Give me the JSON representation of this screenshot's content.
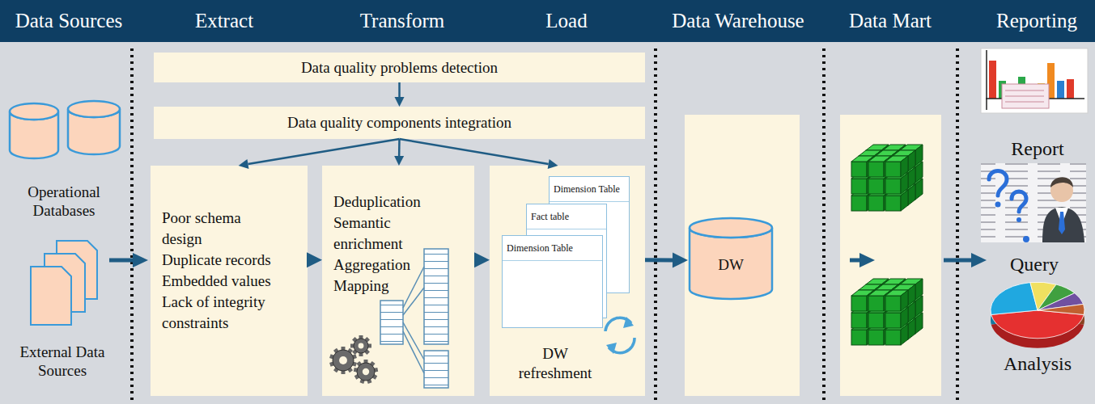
{
  "diagram": {
    "nodes": [
      {
        "text": [
          "Data quality problems detection"
        ]
      },
      {
        "text": [
          "Data quality components integration"
        ]
      },
      {
        "text": [
          "Poor schema design",
          "Duplicate records",
          "Embedded values",
          "Lack of integrity constraints"
        ]
      },
      {
        "text": [
          "Deduplication",
          "Semantic enrichment",
          "Aggregation",
          "Mapping"
        ]
      },
      {
        "text": [
          "DW refreshment"
        ]
      },
      {
        "text": [
          "Dimension Table"
        ],
        "in": 4
      },
      {
        "text": [
          "Fact table"
        ],
        "in": 4
      },
      {
        "text": [
          "Dimension Table"
        ],
        "in": 4
      },
      {
        "text": [
          "DW"
        ]
      }
    ],
    "edges": [
      {
        "from": 0,
        "to": 1,
        "arrow": "to"
      },
      {
        "from": 1,
        "to": 2,
        "arrow": "to"
      },
      {
        "from": 1,
        "to": 3,
        "arrow": "to"
      },
      {
        "from": 1,
        "to": 4,
        "arrow": "to"
      },
      {
        "from": 2,
        "to": 3,
        "arrow": "to"
      },
      {
        "from": 3,
        "to": 4,
        "arrow": "to"
      },
      {
        "from": 4,
        "to": 8,
        "arrow": "to"
      }
    ],
    "labels": [
      "Data Sources",
      "Extract",
      "Transform",
      "Load",
      "Data Warehouse",
      "Data Mart",
      "Reporting",
      "Operational Databases",
      "External Data Sources",
      "Report",
      "Query",
      "Analysis"
    ]
  }
}
